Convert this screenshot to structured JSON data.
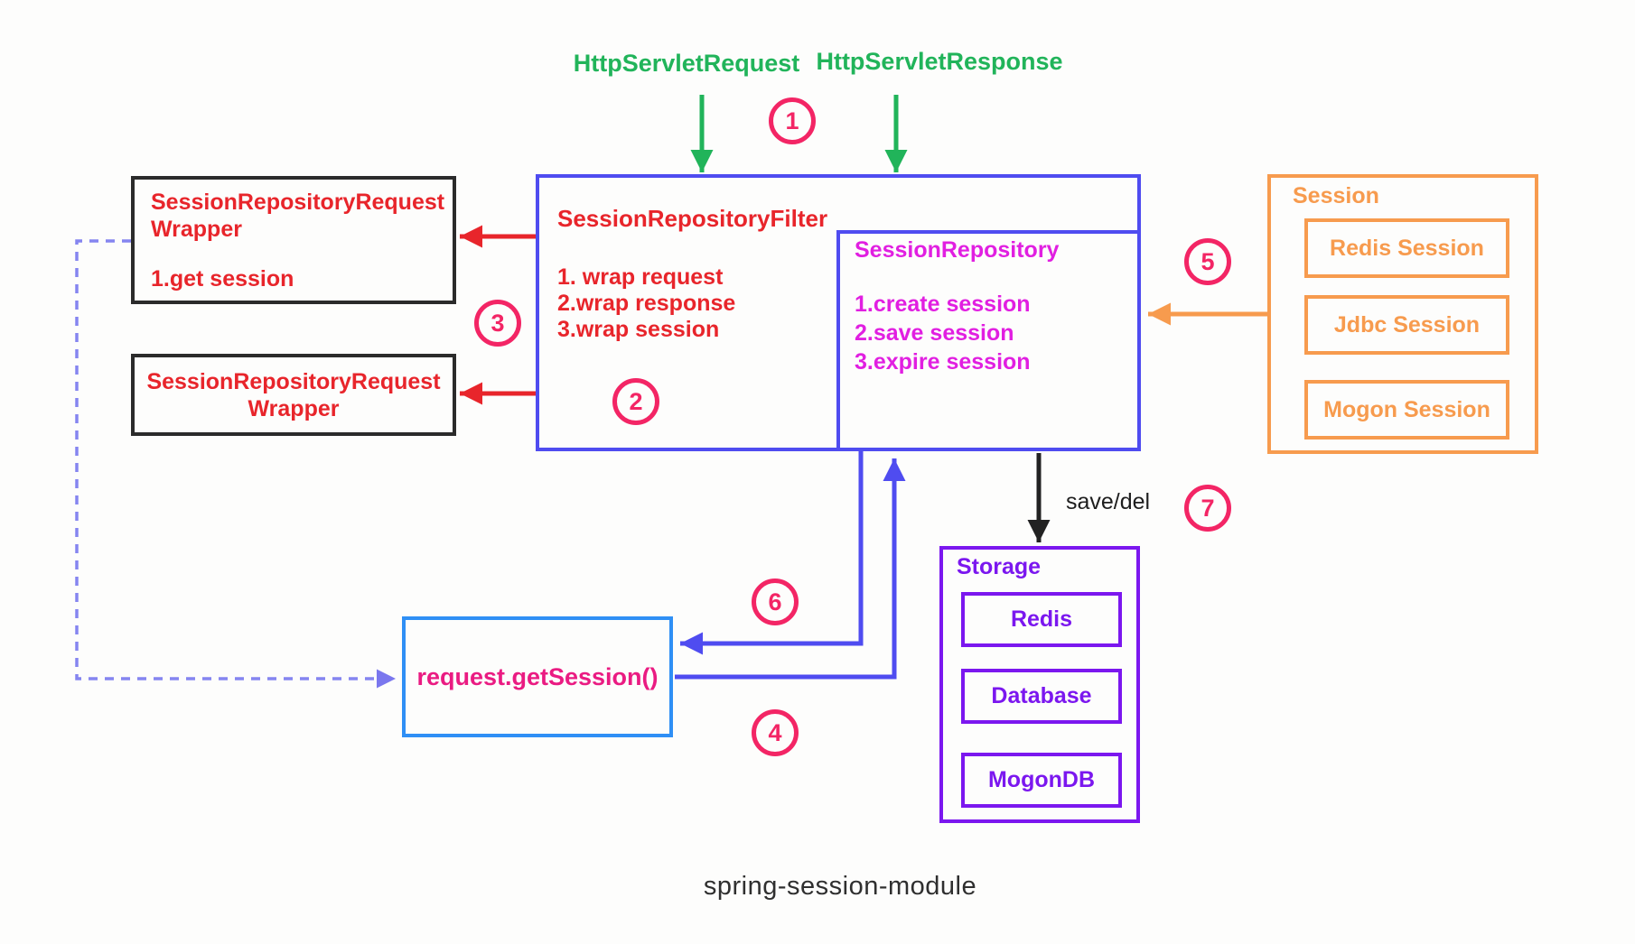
{
  "diagram_title": "spring-session-module",
  "http": {
    "request_label": "HttpServletRequest",
    "response_label": "HttpServletResponse"
  },
  "wrapper_top": {
    "title": "SessionRepositoryRequest Wrapper",
    "note": "1.get session"
  },
  "wrapper_bottom": {
    "title": "SessionRepositoryRequest Wrapper"
  },
  "filter": {
    "title": "SessionRepositoryFilter",
    "items": [
      "1. wrap request",
      "2.wrap response",
      "3.wrap session"
    ]
  },
  "repository": {
    "title": "SessionRepository",
    "items": [
      "1.create session",
      "2.save session",
      "3.expire session"
    ]
  },
  "session_group": {
    "title": "Session",
    "items": [
      "Redis Session",
      "Jdbc Session",
      "Mogon Session"
    ]
  },
  "storage_group": {
    "title": "Storage",
    "items": [
      "Redis",
      "Database",
      "MogonDB"
    ]
  },
  "request_call": {
    "label": "request.getSession()"
  },
  "labels": {
    "save_del": "save/del"
  },
  "steps": [
    "1",
    "2",
    "3",
    "4",
    "5",
    "6",
    "7"
  ],
  "colors": {
    "green": "#21b45a",
    "red": "#e8252b",
    "magenta": "#e11fe1",
    "rose": "#ea1b82",
    "blue": "#4f4cf0",
    "light_blue": "#2f8ff5",
    "periwinkle": "#8585f0",
    "orange": "#f79b4e",
    "purple": "#7b17ef",
    "pink": "#f32565",
    "box_black": "#2b2b2b",
    "text_dark": "#2f2f2f",
    "background": "#fdfdfc"
  }
}
